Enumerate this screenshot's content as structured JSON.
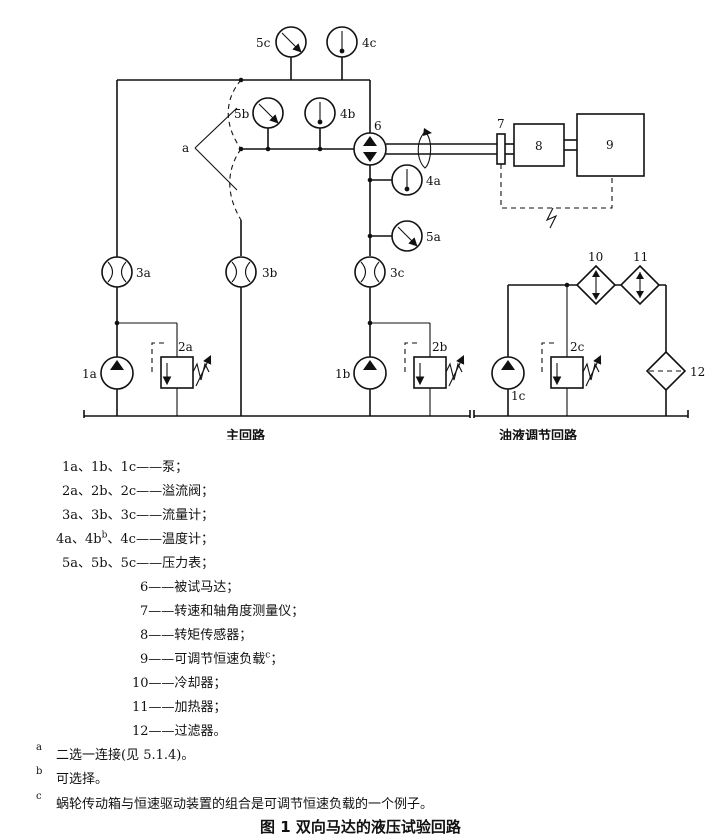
{
  "diagram": {
    "labels": {
      "l5c": "5c",
      "l4c": "4c",
      "l5b": "5b",
      "l4b": "4b",
      "l6": "6",
      "l7": "7",
      "l8": "8",
      "l9": "9",
      "la": "a",
      "l4a": "4a",
      "l5a": "5a",
      "l3a": "3a",
      "l3b": "3b",
      "l3c": "3c",
      "l10": "10",
      "l11": "11",
      "l2a": "2a",
      "l2b": "2b",
      "l2c": "2c",
      "l1a": "1a",
      "l1b": "1b",
      "l1c": "1c",
      "l12": "12"
    },
    "sections": {
      "main": "主回路",
      "oil": "油液调节回路"
    }
  },
  "legend": [
    {
      "num": "1a、1b、1c",
      "text": "泵；"
    },
    {
      "num": "2a、2b、2c",
      "text": "溢流阀；"
    },
    {
      "num": "3a、3b、3c",
      "text": "流量计；"
    },
    {
      "num": "4a、4b",
      "sup": "b",
      "num2": "、4c",
      "text": "温度计；"
    },
    {
      "num": "5a、5b、5c",
      "text": "压力表；"
    },
    {
      "num": "6",
      "text": "被试马达；"
    },
    {
      "num": "7",
      "text": "转速和轴角度测量仪；"
    },
    {
      "num": "8",
      "text": "转矩传感器；"
    },
    {
      "num": "9",
      "text": "可调节恒速负载",
      "sup": "c",
      "tail": "；"
    },
    {
      "num": "10",
      "text": "冷却器；"
    },
    {
      "num": "11",
      "text": "加热器；"
    },
    {
      "num": "12",
      "text": "过滤器。"
    }
  ],
  "dash": "——",
  "footnotes": [
    {
      "mark": "a",
      "text": "二选一连接(见 5.1.4)。"
    },
    {
      "mark": "b",
      "text": "可选择。"
    },
    {
      "mark": "c",
      "text": "蜗轮传动箱与恒速驱动装置的组合是可调节恒速负载的一个例子。"
    }
  ],
  "caption": "图 1   双向马达的液压试验回路"
}
